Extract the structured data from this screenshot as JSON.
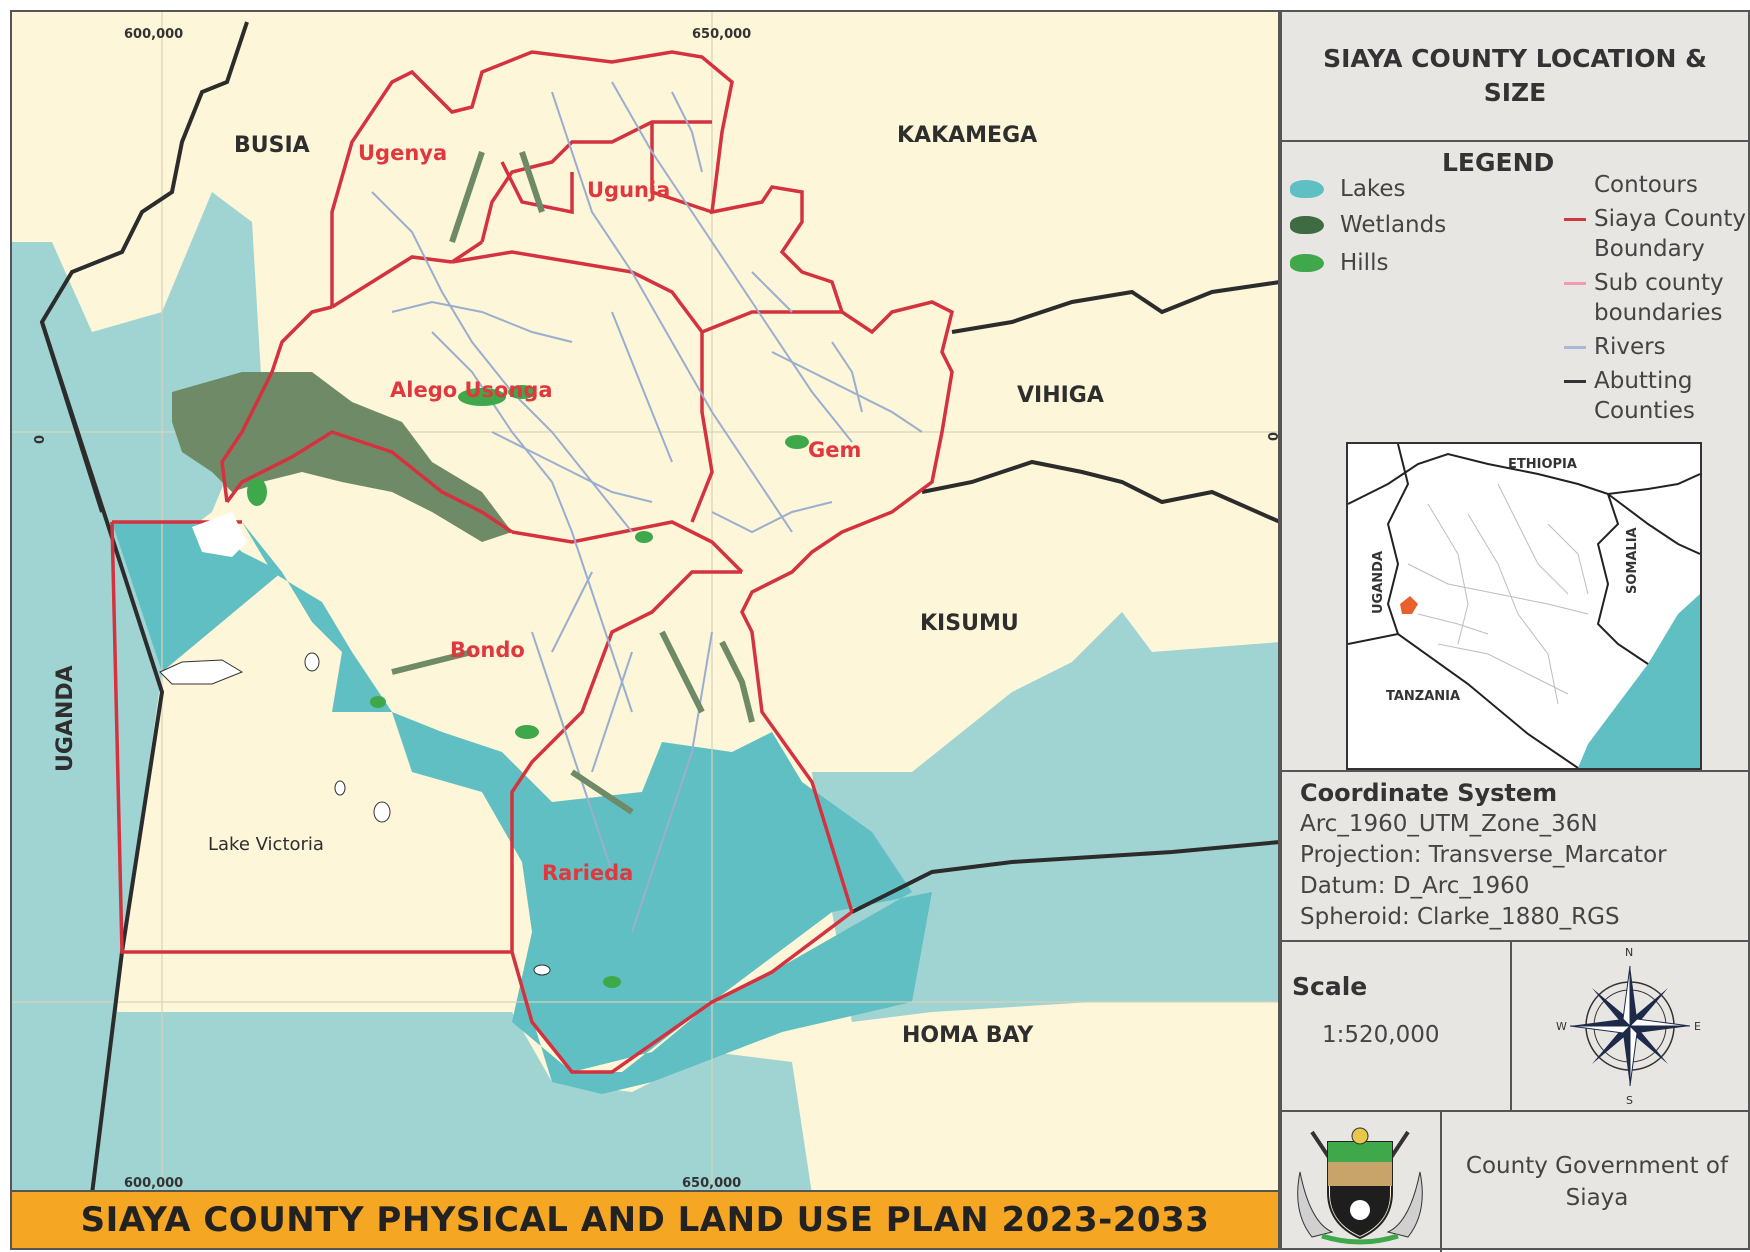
{
  "map_title": "SIAYA COUNTY PHYSICAL AND LAND USE PLAN 2023-2033",
  "panel_title": "SIAYA COUNTY LOCATION & SIZE",
  "legend": {
    "title": "LEGEND",
    "left_items": [
      {
        "label": "Lakes",
        "color": "#5fc0c4"
      },
      {
        "label": "Wetlands",
        "color": "#3f6b40"
      },
      {
        "label": "Hills",
        "color": "#3ea84a"
      }
    ],
    "contours_label": "Contours",
    "right_items": [
      {
        "label": "Siaya County Boundary",
        "color": "#cc3b3b"
      },
      {
        "label": "Sub county boundaries",
        "color": "#f09ab8"
      },
      {
        "label": "Rivers",
        "color": "#a9b8d6"
      },
      {
        "label": "Abutting Counties",
        "color": "#333333"
      }
    ]
  },
  "inset": {
    "labels": {
      "ethiopia": "ETHIOPIA",
      "somalia": "SOMALIA",
      "uganda": "UGANDA",
      "tanzania": "TANZANIA"
    },
    "highlight_color": "#e8602c"
  },
  "coordinate_system": {
    "title": "Coordinate System",
    "lines": [
      "Arc_1960_UTM_Zone_36N",
      "Projection: Transverse_Marcator",
      "Datum: D_Arc_1960",
      "Spheroid: Clarke_1880_RGS"
    ]
  },
  "scale": {
    "title": "Scale",
    "value": "1:520,000"
  },
  "compass": {
    "n": "N",
    "s": "S",
    "e": "E",
    "w": "W"
  },
  "government": "County Government of Siaya",
  "map": {
    "counties": {
      "busia": "BUSIA",
      "kakamega": "KAKAMEGA",
      "vihiga": "VIHIGA",
      "kisumu": "KISUMU",
      "homa_bay": "HOMA BAY",
      "uganda": "UGANDA"
    },
    "subcounties": {
      "ugenya": "Ugenya",
      "ugunja": "Ugunja",
      "alego": "Alego Usonga",
      "gem": "Gem",
      "bondo": "Bondo",
      "rarieda": "Rarieda"
    },
    "lake": "Lake Victoria",
    "grid_labels": {
      "x600_top": "600,000",
      "x650_top": "650,000",
      "x600_bottom": "600,000",
      "x650_bottom": "650,000",
      "y0_left": "0",
      "y0_right": "0"
    },
    "colors": {
      "land": "#fdf6d8",
      "lake": "#5fbfc2",
      "lake_light": "#9fd4d2",
      "county_boundary": "#d4323f",
      "wetland": "#6f8a66",
      "hills": "#3ea84a"
    }
  }
}
